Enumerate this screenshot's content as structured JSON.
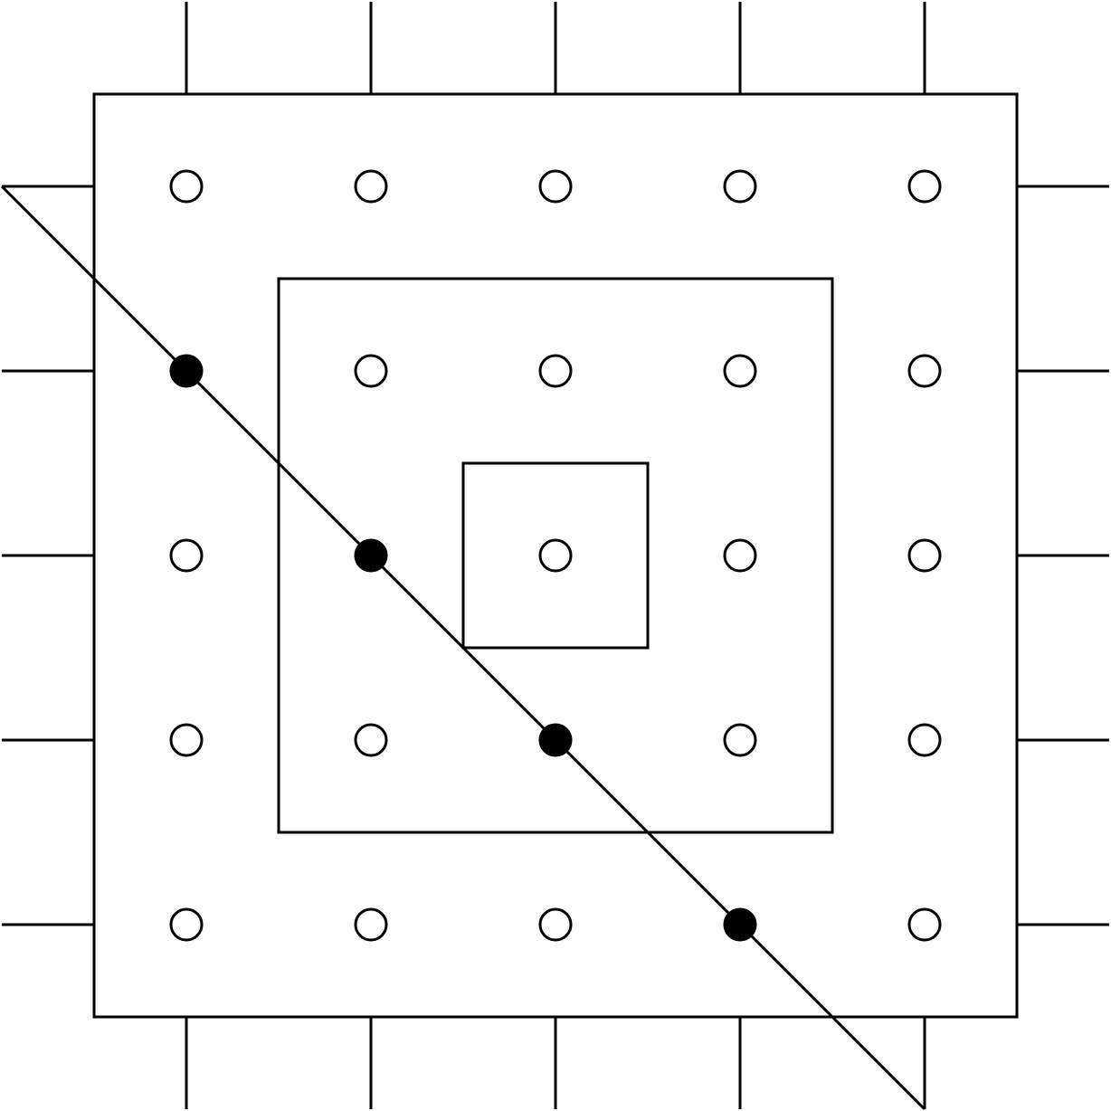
{
  "diagram": {
    "grid": {
      "rows": 5,
      "cols": 5,
      "filled_points": [
        [
          1,
          0
        ],
        [
          2,
          1
        ],
        [
          3,
          2
        ],
        [
          4,
          3
        ]
      ]
    },
    "nested_squares": [
      {
        "name": "outer",
        "from": [
          -0.5,
          -0.5
        ],
        "to": [
          4.5,
          4.5
        ]
      },
      {
        "name": "middle",
        "from": [
          0.5,
          0.5
        ],
        "to": [
          3.5,
          3.5
        ]
      },
      {
        "name": "inner",
        "from": [
          1.5,
          1.5
        ],
        "to": [
          2.5,
          2.5
        ]
      }
    ],
    "diagonal_line": {
      "from": [
        0,
        -1
      ],
      "to": [
        5,
        4
      ]
    },
    "colors": {
      "stroke": "#000000",
      "filled_point": "#000000",
      "open_point": "#ffffff",
      "background": "#ffffff"
    }
  }
}
